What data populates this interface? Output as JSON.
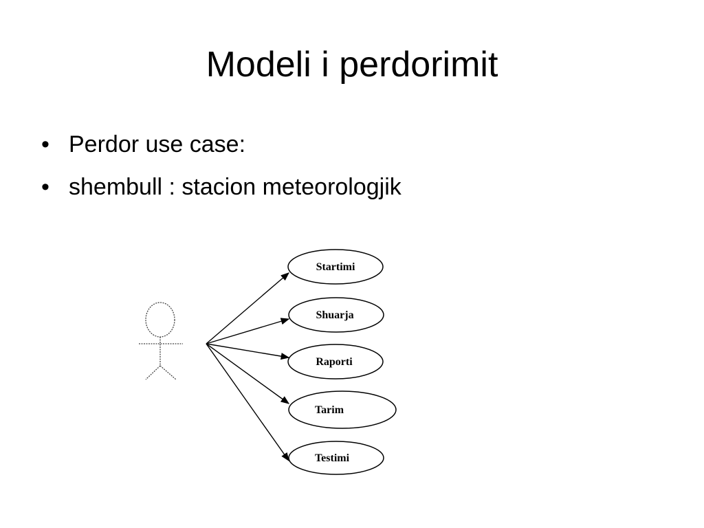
{
  "slide": {
    "title": "Modeli i perdorimit",
    "bullets": [
      "Perdor use case:",
      "shembull : stacion meteorologjik"
    ]
  },
  "diagram": {
    "actor_icon": "stick-figure-icon",
    "use_cases": [
      "Startimi",
      "Shuarja",
      "Raporti",
      "Tarim",
      "Testimi"
    ]
  }
}
